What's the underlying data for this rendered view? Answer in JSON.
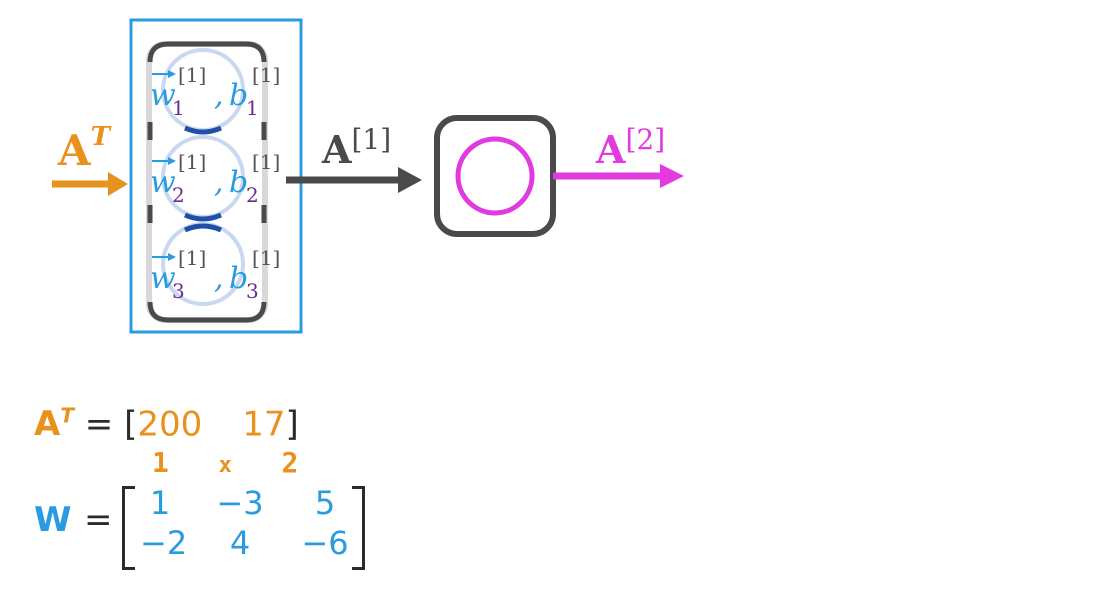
{
  "input_label": {
    "base": "A",
    "sup": "T"
  },
  "hidden_output_label": {
    "base": "A",
    "sup": "[1]"
  },
  "final_output_label": {
    "base": "A",
    "sup": "[2]"
  },
  "neurons": [
    {
      "w": "w",
      "w_sub": "1",
      "sup": "[1]",
      "b": "b",
      "b_sub": "1"
    },
    {
      "w": "w",
      "w_sub": "2",
      "sup": "[1]",
      "b": "b",
      "b_sub": "2"
    },
    {
      "w": "w",
      "w_sub": "3",
      "sup": "[1]",
      "b": "b",
      "b_sub": "3"
    }
  ],
  "formula_at": {
    "lhs_base": "A",
    "lhs_sup": "T",
    "eq": "=",
    "lb": "[",
    "rb": "]",
    "values": [
      "200",
      "17"
    ],
    "handwritten": {
      "rows": "1",
      "times": "x",
      "cols": "2"
    }
  },
  "formula_w": {
    "lhs": "W",
    "eq": "=",
    "row1": [
      "1",
      "−3",
      "5"
    ],
    "row2": [
      "−2",
      "4",
      "−6"
    ]
  },
  "colors": {
    "orange": "#E8921E",
    "blue": "#2A9BE0",
    "purple": "#6A2C91",
    "magenta": "#E03AE0",
    "dark": "#4a4a4a",
    "highlight": "#2A9BE0"
  }
}
